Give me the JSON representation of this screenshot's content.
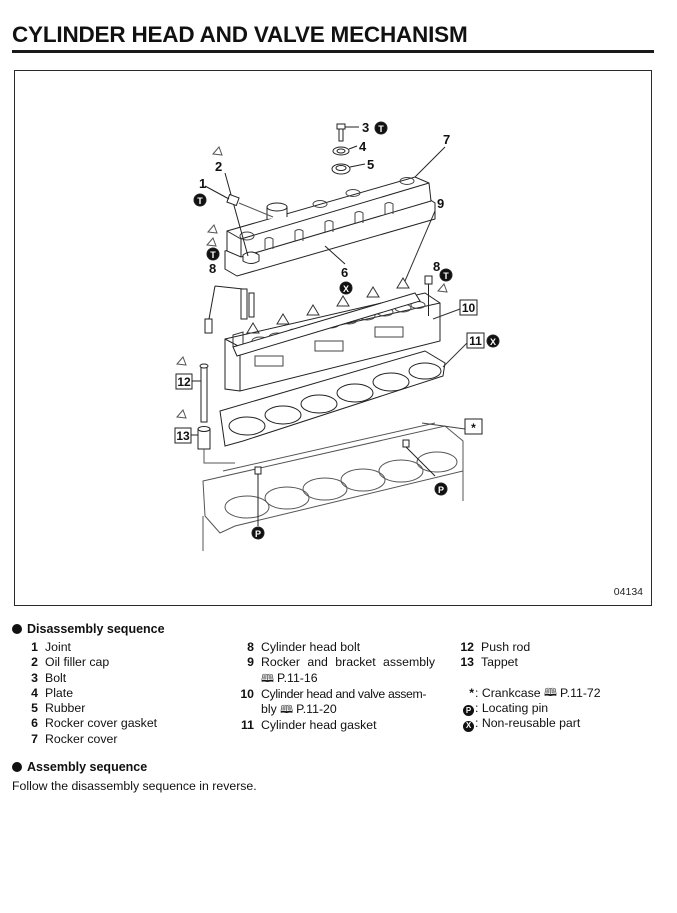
{
  "header": {
    "title": "CYLINDER HEAD AND VALVE MECHANISM"
  },
  "figure": {
    "code": "04134",
    "callouts": {
      "c1": "1",
      "c2": "2",
      "c3": "3",
      "c4": "4",
      "c5": "5",
      "c6": "6",
      "c7": "7",
      "c8a": "8",
      "c8b": "8",
      "c9": "9",
      "c10": "10",
      "c11": "11",
      "c12": "12",
      "c13": "13",
      "star": "*"
    },
    "symbols": {
      "tighten": "T",
      "locating_pin": "P",
      "non_reusable": "X"
    }
  },
  "disassembly": {
    "heading": "Disassembly sequence",
    "col1": [
      {
        "num": "1",
        "label": "Joint"
      },
      {
        "num": "2",
        "label": "Oil filler cap"
      },
      {
        "num": "3",
        "label": "Bolt"
      },
      {
        "num": "4",
        "label": "Plate"
      },
      {
        "num": "5",
        "label": "Rubber"
      },
      {
        "num": "6",
        "label": "Rocker cover gasket"
      },
      {
        "num": "7",
        "label": "Rocker cover"
      }
    ],
    "col2": [
      {
        "num": "8",
        "label": "Cylinder head bolt"
      },
      {
        "num": "9",
        "label": "Rocker and bracket assembly",
        "ref": "P.11-16"
      },
      {
        "num": "10",
        "label": "Cylinder head and valve assem-",
        "label2": "bly",
        "ref": "P.11-20"
      },
      {
        "num": "11",
        "label": "Cylinder head gasket"
      }
    ],
    "col3": [
      {
        "num": "12",
        "label": "Push rod"
      },
      {
        "num": "13",
        "label": "Tappet"
      }
    ],
    "legend": [
      {
        "symbol": "*",
        "label": ": Crankcase",
        "ref": "P.11-72"
      },
      {
        "symbol": "P",
        "label": ": Locating pin"
      },
      {
        "symbol": "X",
        "label": ": Non-reusable part"
      }
    ]
  },
  "assembly": {
    "heading": "Assembly sequence",
    "text": "Follow the disassembly sequence in reverse."
  },
  "icons": {
    "book": "book-reference-icon"
  }
}
